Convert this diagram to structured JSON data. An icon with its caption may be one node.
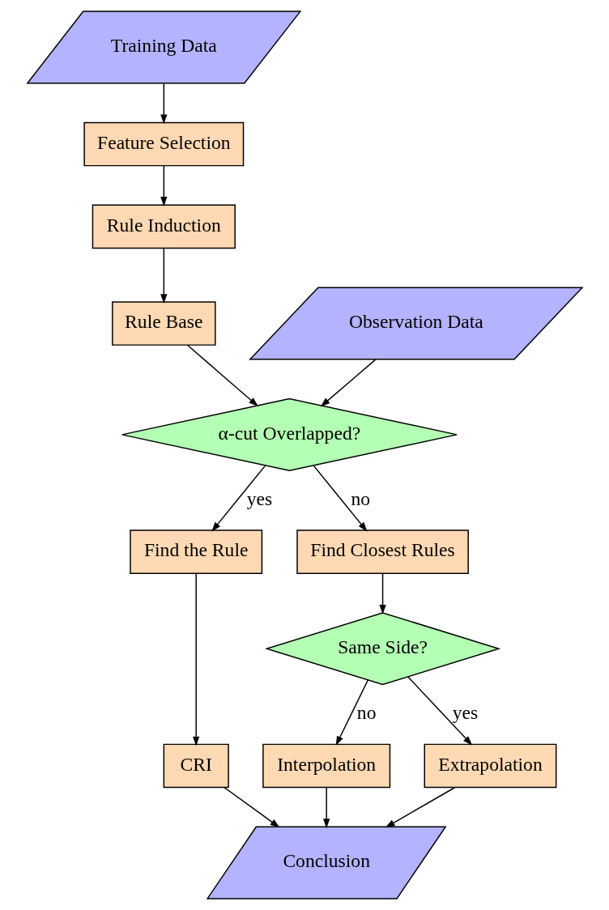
{
  "diagram": {
    "nodes": [
      {
        "text": [
          "Training Data"
        ]
      },
      {
        "text": [
          "Feature Selection"
        ]
      },
      {
        "text": [
          "Rule Induction"
        ]
      },
      {
        "text": [
          "Rule Base"
        ]
      },
      {
        "text": [
          "Observation Data"
        ]
      },
      {
        "text": [
          "α-cut Overlapped?"
        ]
      },
      {
        "text": [
          "Find the Rule"
        ]
      },
      {
        "text": [
          "Find Closest Rules"
        ]
      },
      {
        "text": [
          "Same Side?"
        ]
      },
      {
        "text": [
          "CRI"
        ]
      },
      {
        "text": [
          "Interpolation"
        ]
      },
      {
        "text": [
          "Extrapolation"
        ]
      },
      {
        "text": [
          "Conclusion"
        ]
      }
    ],
    "edges": [
      {
        "from": 0,
        "to": 1,
        "arrow": "to"
      },
      {
        "from": 1,
        "to": 2,
        "arrow": "to"
      },
      {
        "from": 2,
        "to": 3,
        "arrow": "to"
      },
      {
        "from": 3,
        "to": 5,
        "arrow": "to"
      },
      {
        "from": 4,
        "to": 5,
        "arrow": "to"
      },
      {
        "from": 5,
        "to": 6,
        "arrow": "to",
        "label": "yes"
      },
      {
        "from": 5,
        "to": 7,
        "arrow": "to",
        "label": "no"
      },
      {
        "from": 7,
        "to": 8,
        "arrow": "to"
      },
      {
        "from": 8,
        "to": 10,
        "arrow": "to",
        "label": "no"
      },
      {
        "from": 8,
        "to": 11,
        "arrow": "to",
        "label": "yes"
      },
      {
        "from": 6,
        "to": 9,
        "arrow": "to"
      },
      {
        "from": 9,
        "to": 12,
        "arrow": "to"
      },
      {
        "from": 10,
        "to": 12,
        "arrow": "to"
      },
      {
        "from": 11,
        "to": 12,
        "arrow": "to"
      }
    ]
  }
}
